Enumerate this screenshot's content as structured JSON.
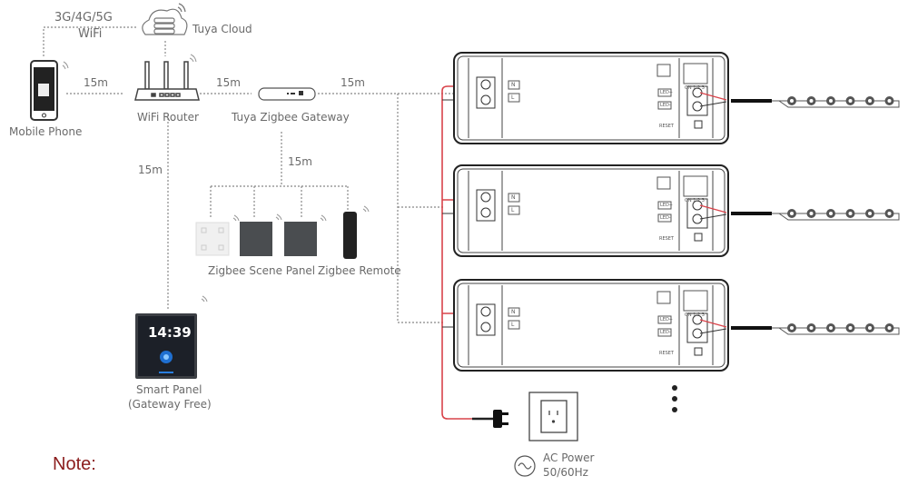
{
  "nodes": {
    "network_label_1": "3G/4G/5G",
    "network_label_2": "WiFi",
    "cloud": "Tuya Cloud",
    "phone": "Mobile Phone",
    "router": "WiFi Router",
    "gateway": "Tuya Zigbee Gateway",
    "scene_panel": "Zigbee Scene Panel",
    "remote": "Zigbee Remote",
    "smart_panel_1": "Smart Panel",
    "smart_panel_2": "(Gateway Free)",
    "smart_panel_time": "14:39",
    "ac_power_1": "AC Power",
    "ac_power_2": "50/60Hz"
  },
  "distances": {
    "phone_router": "15m",
    "router_gateway": "15m",
    "gateway_drivers": "15m",
    "gateway_zigbee": "15m",
    "router_panel": "15m"
  },
  "driver": {
    "terminal_n": "N",
    "terminal_l": "L",
    "led_plus": "LED+",
    "led_minus": "LED-",
    "reset": "RESET",
    "dip": "ON 1 2 3"
  },
  "note": "Note:",
  "colors": {
    "wire_red": "#d9434a",
    "note": "#8b1c1c",
    "line": "#888888"
  }
}
